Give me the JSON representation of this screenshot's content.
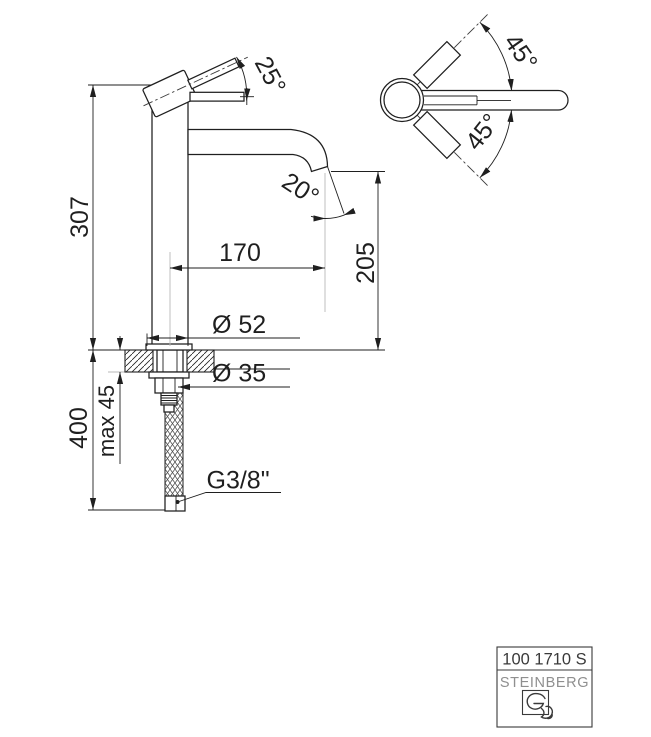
{
  "drawing": {
    "side_view": {
      "handle_angle": "25°",
      "spout_angle": "20°",
      "height": "307",
      "reach": "170",
      "outlet_height": "205",
      "base_diameter": "Ø 52",
      "hole_diameter": "Ø 35",
      "max_mounting_thickness": "max 45",
      "hose_length": "400",
      "connection_thread": "G3/8\""
    },
    "top_view": {
      "swivel_angle_up": "45°",
      "swivel_angle_down": "45°"
    },
    "title_block": {
      "model": "100 1710 S",
      "brand": "STEINBERG"
    },
    "colors": {
      "line": "#1f1f1f",
      "centerline": "#b8b8b8",
      "background": "#ffffff"
    }
  }
}
